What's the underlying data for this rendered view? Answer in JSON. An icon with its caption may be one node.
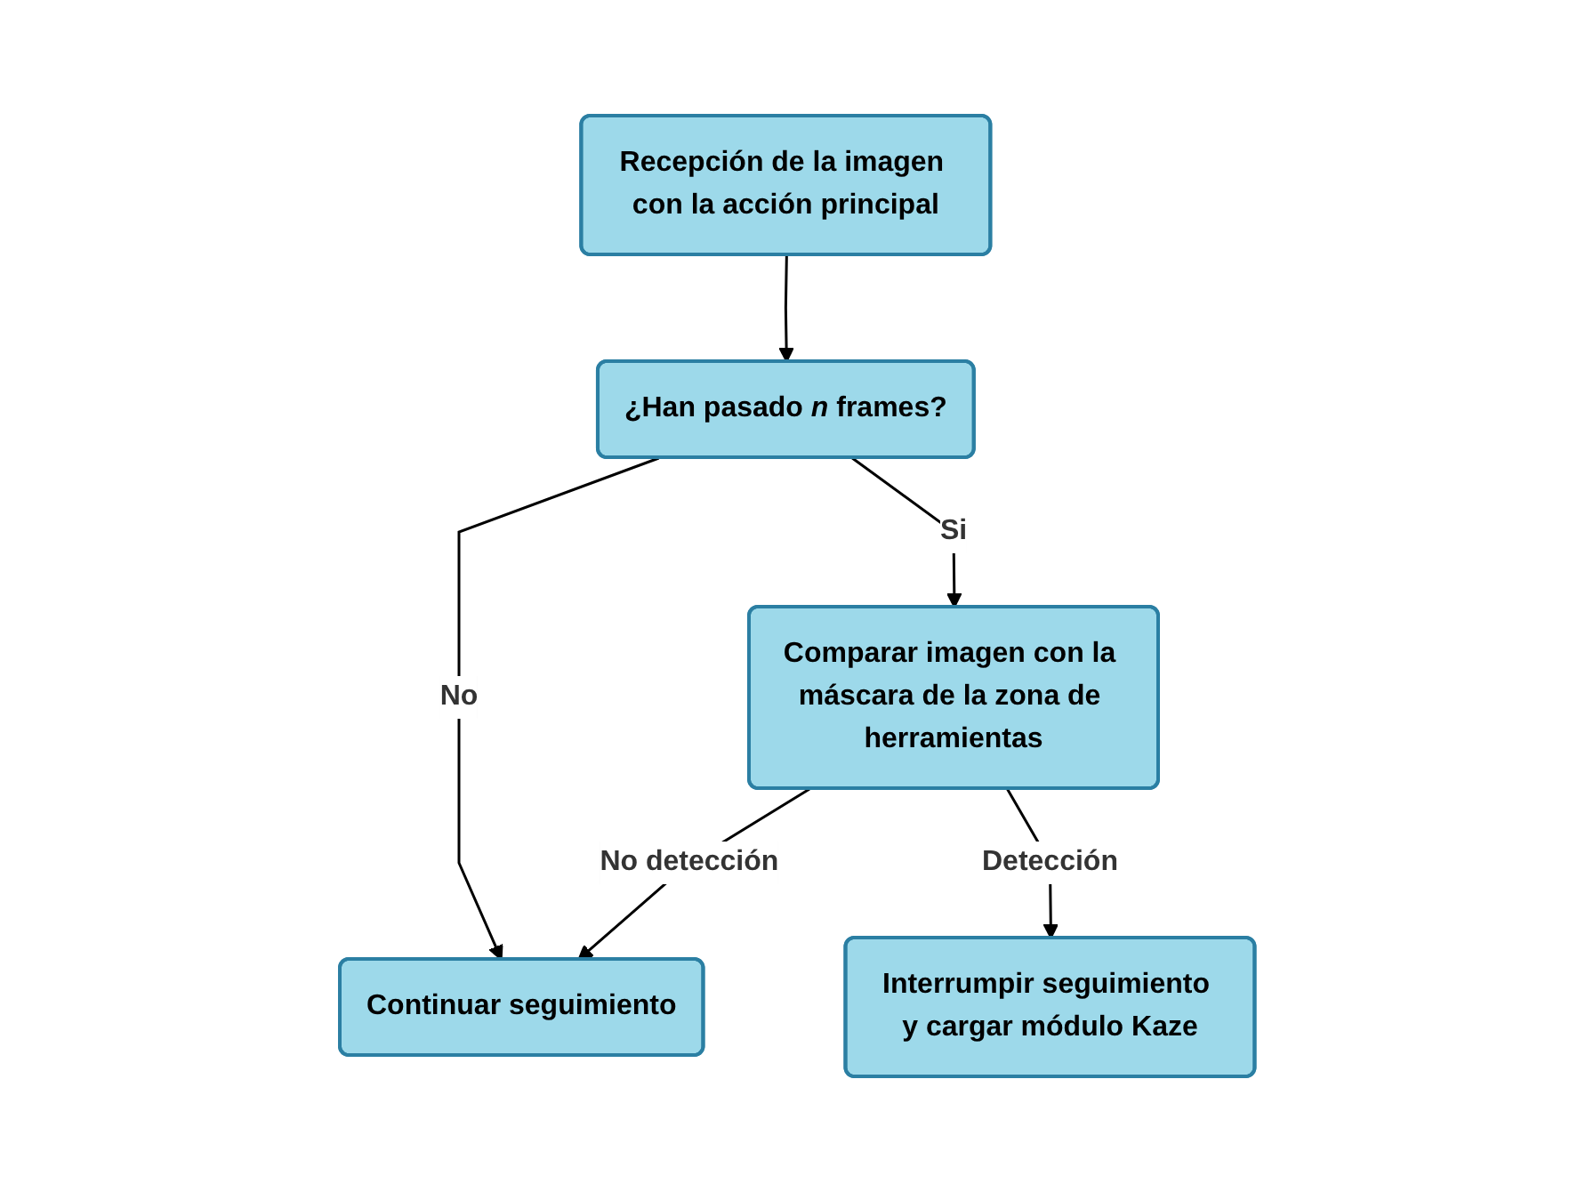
{
  "diagram": {
    "nodes": [
      {
        "text": [
          "Recepción de la imagen con la acción principal"
        ]
      },
      {
        "text": [
          "¿Han pasado *n* frames?"
        ]
      },
      {
        "text": [
          "Comparar imagen con la máscara de la zona de herramientas"
        ]
      },
      {
        "text": [
          "Continuar seguimiento"
        ]
      },
      {
        "text": [
          "Interrumpir seguimiento y cargar módulo Kaze"
        ]
      }
    ],
    "edges": [
      {
        "from": 0,
        "to": 1,
        "arrow": "to"
      },
      {
        "from": 1,
        "to": 3,
        "arrow": "to",
        "label": "No"
      },
      {
        "from": 1,
        "to": 2,
        "arrow": "to",
        "label": "Si"
      },
      {
        "from": 2,
        "to": 3,
        "arrow": "to",
        "label": "No detección"
      },
      {
        "from": 2,
        "to": 4,
        "arrow": "to",
        "label": "Detección"
      }
    ]
  }
}
